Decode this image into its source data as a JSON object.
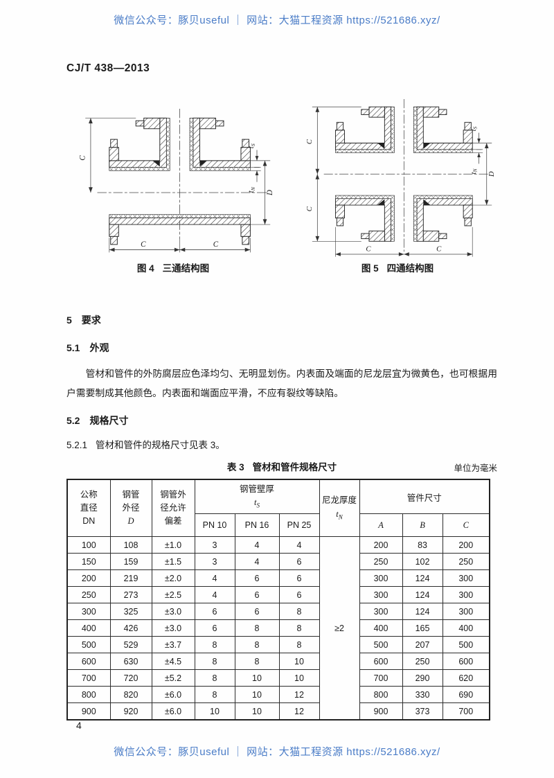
{
  "watermark": {
    "top": "微信公众号：豚贝useful ｜ 网站：大猫工程资源 https://521686.xyz/",
    "bottom": "微信公众号：豚贝useful ｜ 网站：大猫工程资源 https://521686.xyz/",
    "color": "#4a7cc7"
  },
  "header": {
    "doc_number": "CJ/T 438—2013"
  },
  "figures": [
    {
      "caption_label": "图 4",
      "caption_title": "三通结构图",
      "dim_c": "C",
      "dim_d": "D",
      "sym_t": "t",
      "sub_s": "S",
      "sub_n": "N"
    },
    {
      "caption_label": "图 5",
      "caption_title": "四通结构图",
      "dim_c": "C",
      "dim_d": "D",
      "sym_t": "t",
      "sub_s": "S",
      "sub_n": "N"
    }
  ],
  "sections": {
    "s5_num": "5",
    "s5_title": "要求",
    "s51_num": "5.1",
    "s51_title": "外观",
    "s51_body": "管材和管件的外防腐层应色泽均匀、无明显划伤。内表面及端面的尼龙层宜为微黄色，也可根据用户需要制成其他颜色。内表面和端面应平滑，不应有裂纹等缺陷。",
    "s52_num": "5.2",
    "s52_title": "规格尺寸",
    "s521_num": "5.2.1",
    "s521_title": "管材和管件的规格尺寸见表 3。"
  },
  "table": {
    "title_label": "表 3",
    "title_text": "管材和管件规格尺寸",
    "unit_note": "单位为毫米",
    "col_dn": [
      "公称",
      "直径",
      "DN"
    ],
    "col_d": [
      "钢管",
      "外径",
      "D"
    ],
    "col_tol": [
      "钢管外",
      "径允许",
      "偏差"
    ],
    "group_wall": "钢管壁厚",
    "wall_sym": "t",
    "wall_sub": "S",
    "col_pn": [
      "PN 10",
      "PN 16",
      "PN 25"
    ],
    "nylon_label": "尼龙厚度",
    "nylon_sym": "t",
    "nylon_sub": "N",
    "group_fitting": "管件尺寸",
    "col_fitting": [
      "A",
      "B",
      "C"
    ],
    "nylon_value": "≥2",
    "rows": [
      [
        "100",
        "108",
        "±1.0",
        "3",
        "4",
        "4",
        "200",
        "83",
        "200"
      ],
      [
        "150",
        "159",
        "±1.5",
        "3",
        "4",
        "6",
        "250",
        "102",
        "250"
      ],
      [
        "200",
        "219",
        "±2.0",
        "4",
        "6",
        "6",
        "300",
        "124",
        "300"
      ],
      [
        "250",
        "273",
        "±2.5",
        "4",
        "6",
        "6",
        "300",
        "124",
        "300"
      ],
      [
        "300",
        "325",
        "±3.0",
        "6",
        "6",
        "8",
        "300",
        "124",
        "300"
      ],
      [
        "400",
        "426",
        "±3.0",
        "6",
        "8",
        "8",
        "400",
        "165",
        "400"
      ],
      [
        "500",
        "529",
        "±3.7",
        "8",
        "8",
        "8",
        "500",
        "207",
        "500"
      ],
      [
        "600",
        "630",
        "±4.5",
        "8",
        "8",
        "10",
        "600",
        "250",
        "600"
      ],
      [
        "700",
        "720",
        "±5.2",
        "8",
        "10",
        "10",
        "700",
        "290",
        "620"
      ],
      [
        "800",
        "820",
        "±6.0",
        "8",
        "10",
        "12",
        "800",
        "330",
        "690"
      ],
      [
        "900",
        "920",
        "±6.0",
        "10",
        "10",
        "12",
        "900",
        "373",
        "700"
      ]
    ]
  },
  "page_number": "4"
}
